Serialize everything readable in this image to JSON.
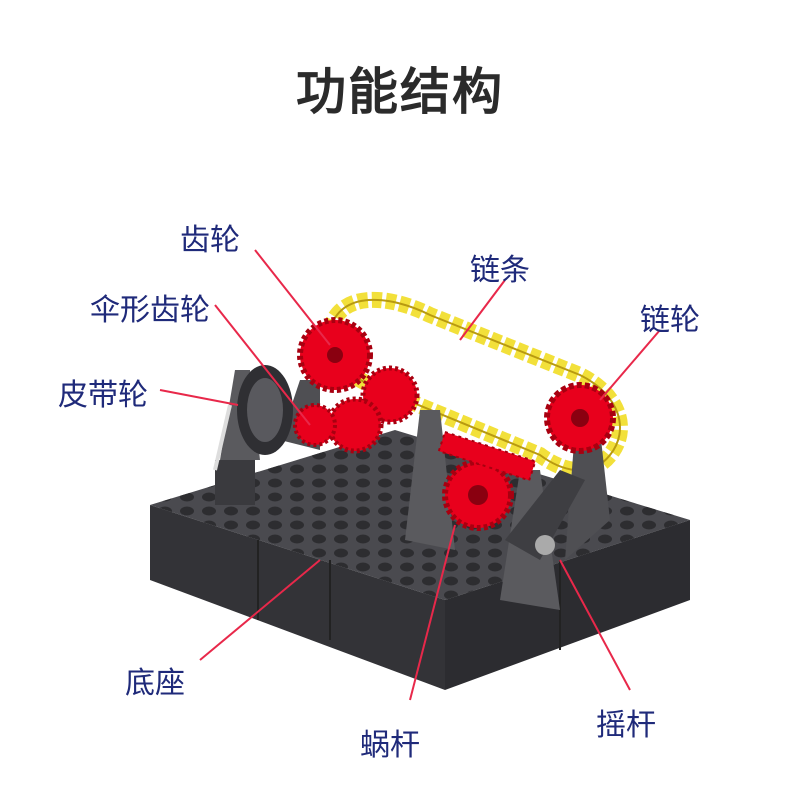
{
  "title": "功能结构",
  "labels": {
    "gear": "齿轮",
    "bevel_gear": "伞形齿轮",
    "belt_pulley": "皮带轮",
    "chain": "链条",
    "sprocket": "链轮",
    "base": "底座",
    "worm": "蜗杆",
    "rocker": "摇杆"
  },
  "colors": {
    "title": "#2b2b2b",
    "label": "#1f2a7a",
    "leader": "#e8284a",
    "gear": "#e8001c",
    "chain": "#f2e03a",
    "base": "#3e3e42",
    "frame": "#5a5a5e"
  }
}
